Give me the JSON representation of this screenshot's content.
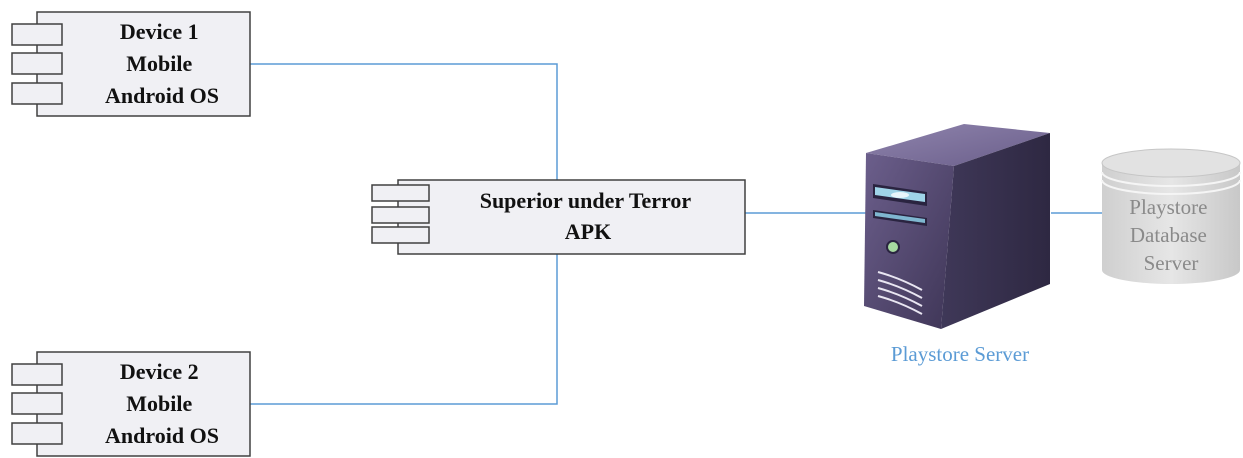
{
  "diagram": {
    "device1": {
      "lines": [
        "Device 1",
        "Mobile",
        "Android OS"
      ]
    },
    "device2": {
      "lines": [
        "Device 2",
        "Mobile",
        "Android OS"
      ]
    },
    "apk": {
      "lines": [
        "Superior under Terror",
        "APK"
      ]
    },
    "server": {
      "label": "Playstore Server"
    },
    "database": {
      "lines": [
        "Playstore",
        "Database",
        "Server"
      ]
    }
  },
  "colors": {
    "connector": "#5b9bd5",
    "component_fill": "#f0f0f4",
    "component_stroke": "#404040",
    "server_label": "#5b9bd5",
    "database_label": "#8a8a8a",
    "database_fill": "#d9d9d9"
  },
  "icons": {
    "component": "uml-component-icon",
    "server": "tower-server-icon",
    "database": "database-cylinder-icon"
  }
}
